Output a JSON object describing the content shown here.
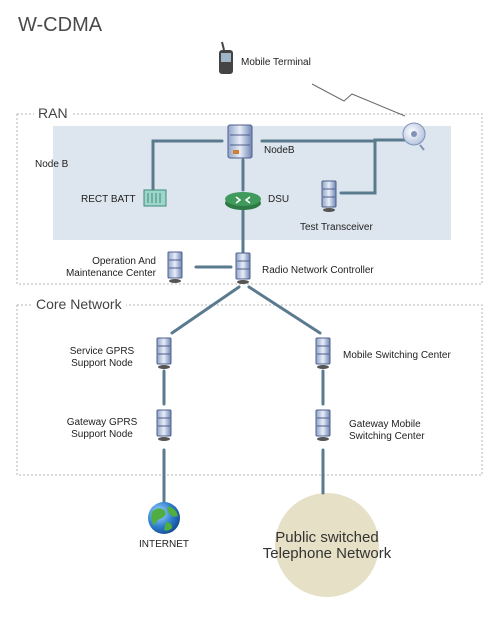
{
  "title": "W-CDMA",
  "sections": {
    "ran": "RAN",
    "core": "Core Network"
  },
  "nodes": {
    "mobile_terminal": "Mobile Terminal",
    "node_b_area": "Node B",
    "nodeb": "NodeB",
    "rect_batt": "RECT BATT",
    "dsu": "DSU",
    "test_transceiver": "Test Transceiver",
    "omc_line1": "Operation And",
    "omc_line2": "Maintenance Center",
    "rnc": "Radio Network Controller",
    "sgsn_line1": "Service GPRS",
    "sgsn_line2": "Support Node",
    "msc": "Mobile Switching Center",
    "ggsn_line1": "Gateway GPRS",
    "ggsn_line2": "Support Node",
    "gmsc_line1": "Gateway Mobile",
    "gmsc_line2": "Switching Center",
    "internet": "INTERNET",
    "pstn_line1": "Public switched",
    "pstn_line2": "Telephone Network"
  },
  "colors": {
    "ran_fill": "#dde6ee",
    "link": "#5a7a8e",
    "pstn_fill": "#e6e0c6",
    "dsu_green": "#3f9a5b"
  }
}
